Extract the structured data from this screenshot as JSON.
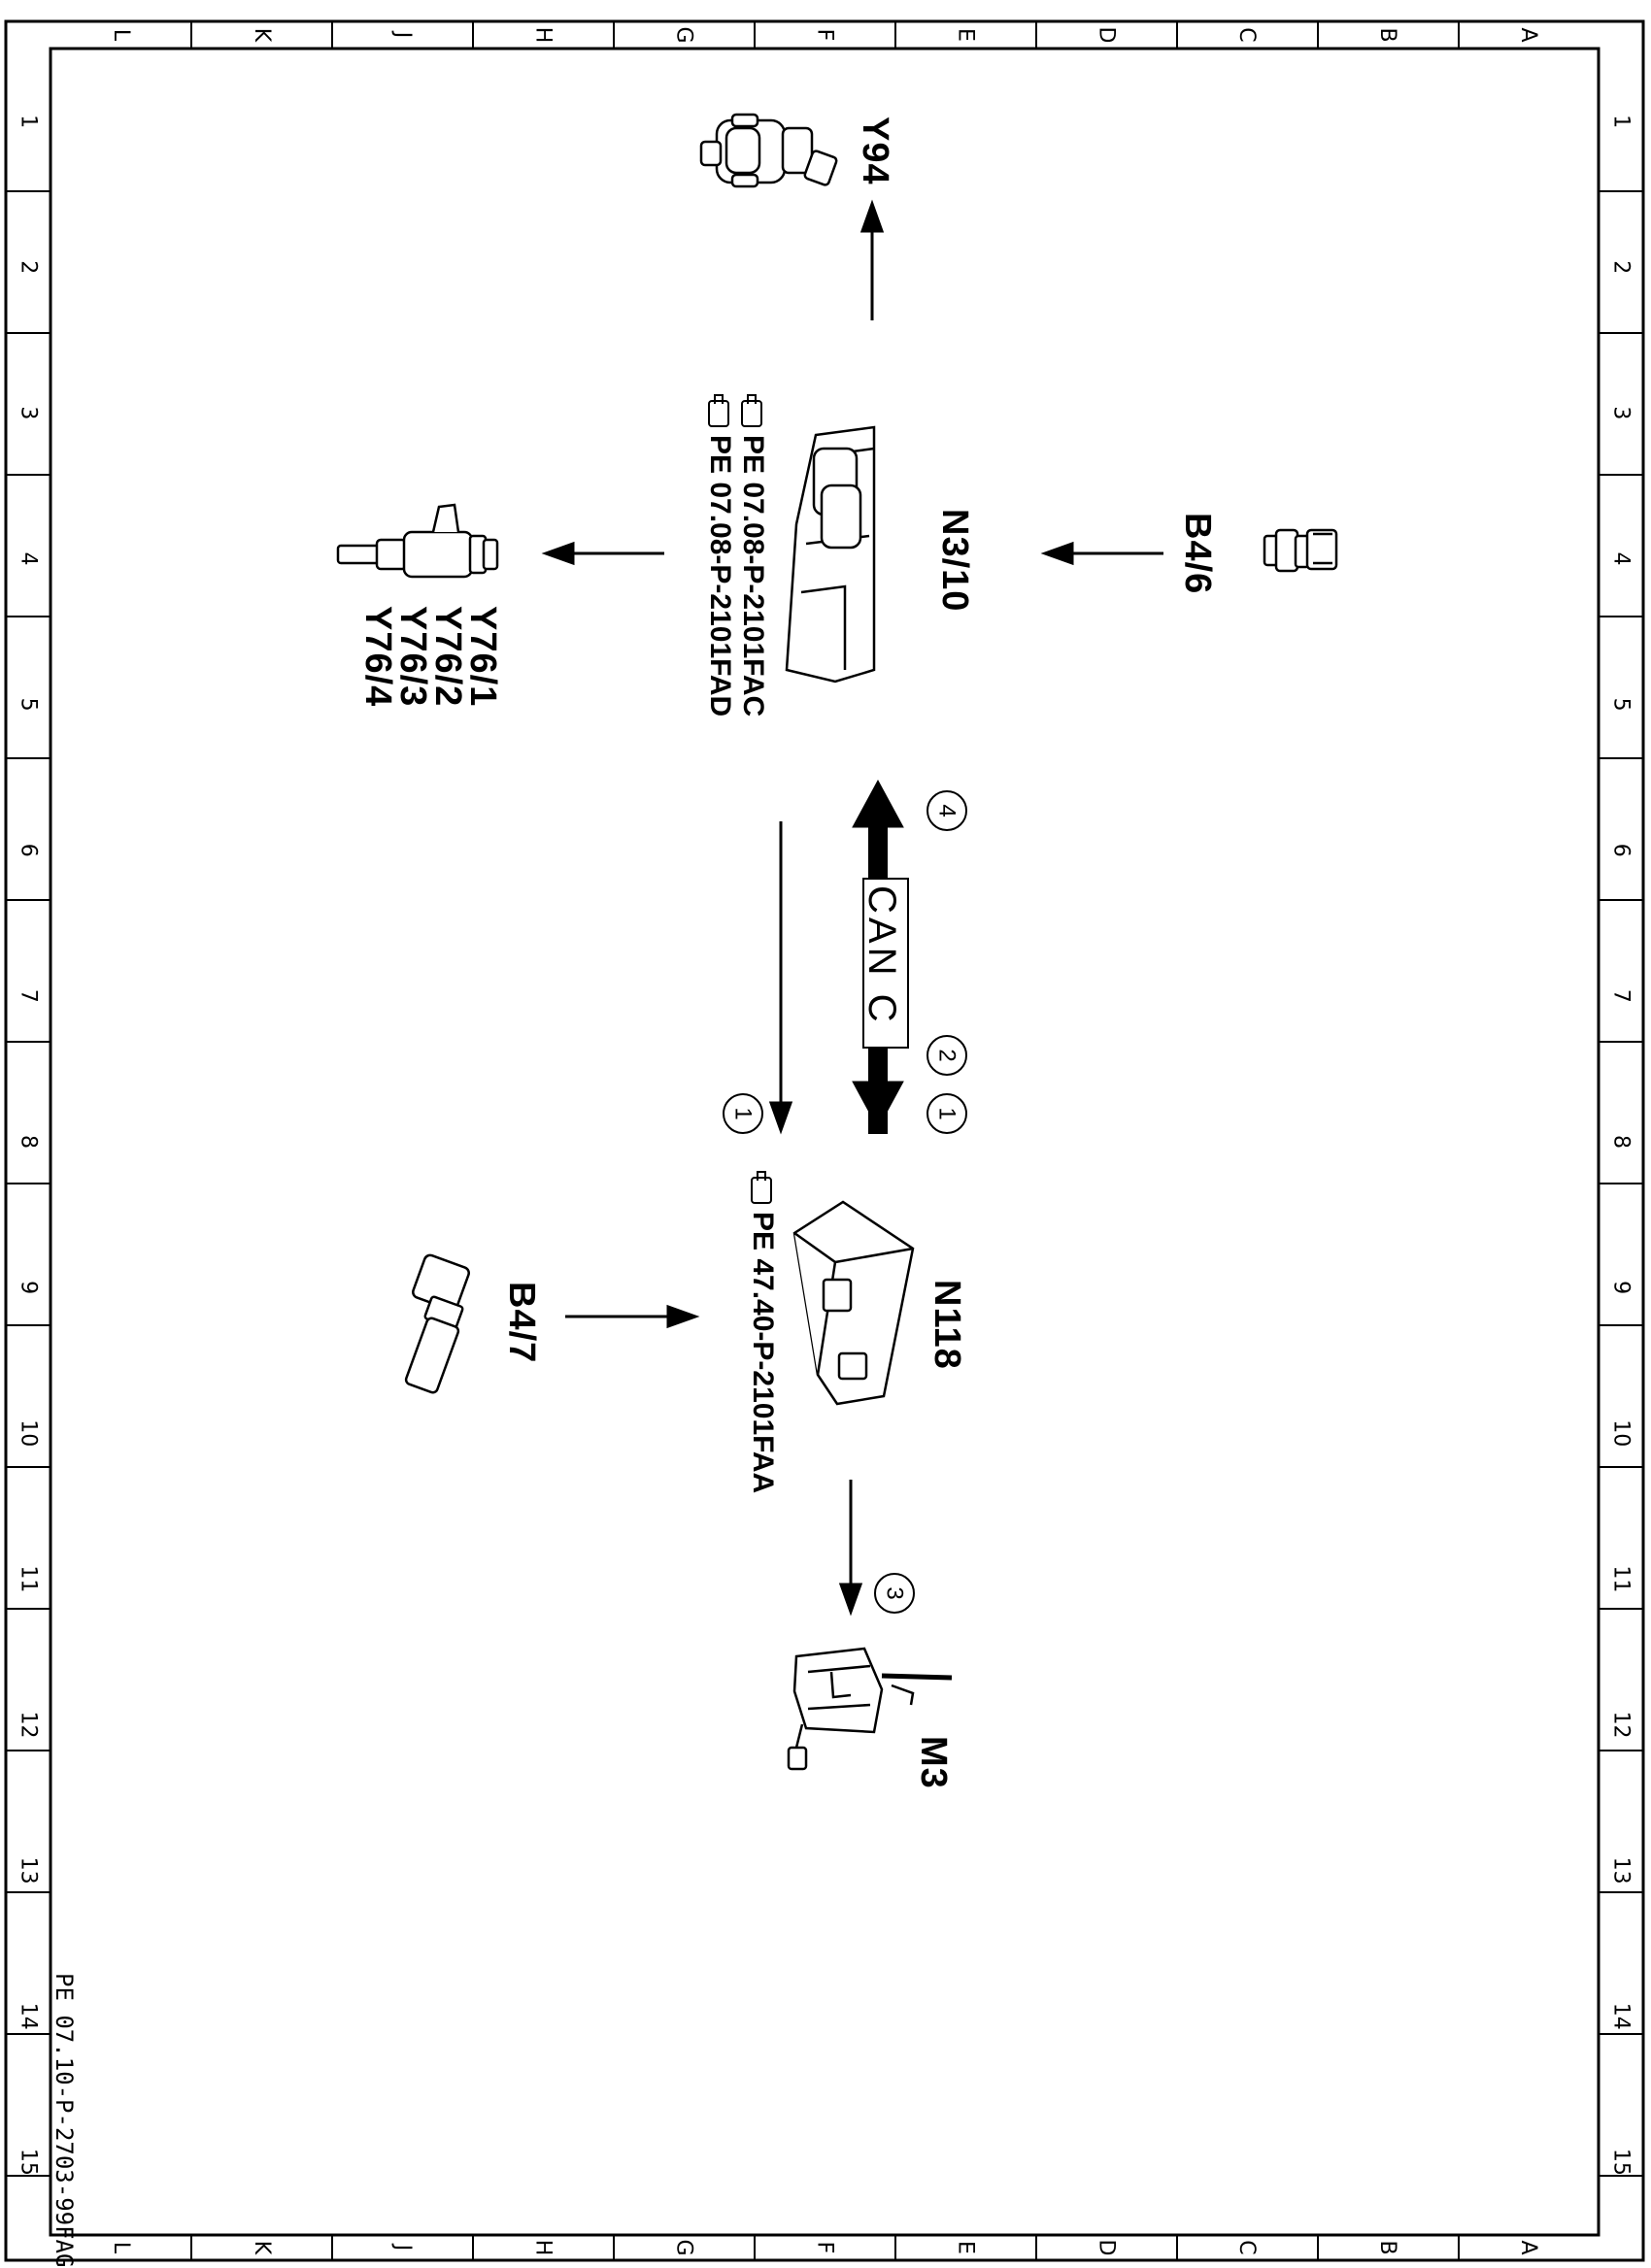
{
  "frame": {
    "columns": [
      "L",
      "K",
      "J",
      "H",
      "G",
      "F",
      "E",
      "D",
      "C",
      "B",
      "A"
    ],
    "rows": [
      "1",
      "2",
      "3",
      "4",
      "5",
      "6",
      "7",
      "8",
      "9",
      "10",
      "11",
      "12",
      "13",
      "14",
      "15"
    ]
  },
  "components": {
    "y94": "Y94",
    "n3_10": "N3/10",
    "b4_6": "B4/6",
    "y76": [
      "Y76/1",
      "Y76/2",
      "Y76/3",
      "Y76/4"
    ],
    "n118": "N118",
    "b4_7": "B4/7",
    "m3": "M3"
  },
  "references": {
    "n3_10_ref1": "PE 07.08-P-2101FAC",
    "n3_10_ref2": "PE 07.08-P-2101FAD",
    "n118_ref": "PE 47.40-P-2101FAA"
  },
  "bus": {
    "label": "CAN C"
  },
  "signals": {
    "s1": "1",
    "s2": "2",
    "s3": "3",
    "s4": "4",
    "s1b": "1"
  },
  "footer": {
    "doc_id": "PE 07.10-P-2703-99FAG"
  }
}
